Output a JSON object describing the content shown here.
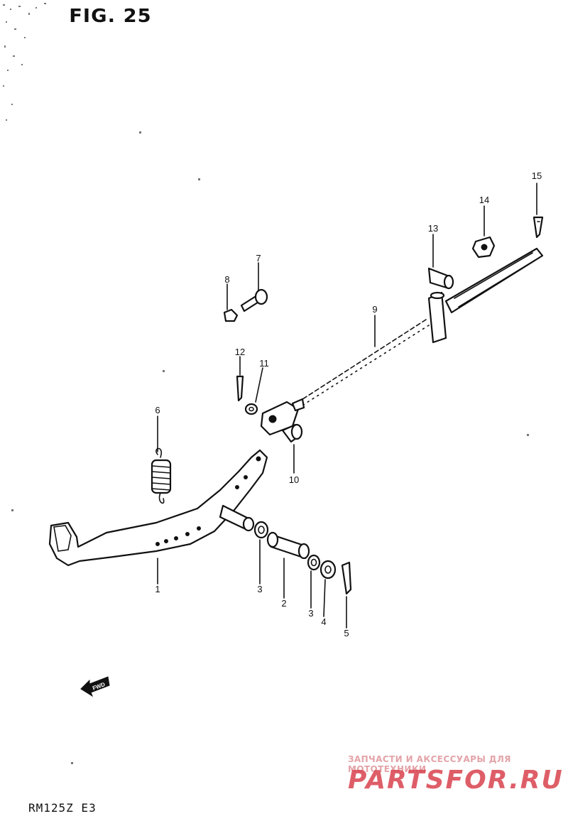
{
  "figure": {
    "title": "FIG. 25",
    "model": "RM125Z E3",
    "direction_label": "FWD"
  },
  "watermark": {
    "tagline": "ЗАПЧАСТИ И АКСЕССУАРЫ ДЛЯ МОТОТЕХНИКИ",
    "logo": "PARTSFOR.RU"
  },
  "callouts": [
    {
      "id": "callout-1",
      "label": "1"
    },
    {
      "id": "callout-2",
      "label": "2"
    },
    {
      "id": "callout-3a",
      "label": "3"
    },
    {
      "id": "callout-3b",
      "label": "3"
    },
    {
      "id": "callout-4",
      "label": "4"
    },
    {
      "id": "callout-5",
      "label": "5"
    },
    {
      "id": "callout-6",
      "label": "6"
    },
    {
      "id": "callout-7",
      "label": "7"
    },
    {
      "id": "callout-8",
      "label": "8"
    },
    {
      "id": "callout-9",
      "label": "9"
    },
    {
      "id": "callout-10",
      "label": "10"
    },
    {
      "id": "callout-11",
      "label": "11"
    },
    {
      "id": "callout-12",
      "label": "12"
    },
    {
      "id": "callout-13",
      "label": "13"
    },
    {
      "id": "callout-14",
      "label": "14"
    },
    {
      "id": "callout-15",
      "label": "15"
    }
  ]
}
